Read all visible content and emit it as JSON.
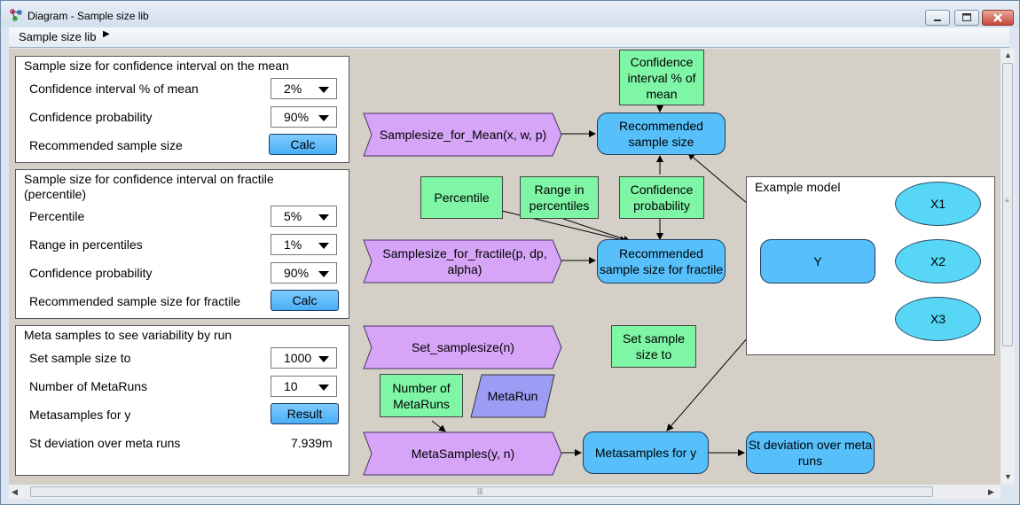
{
  "window": {
    "title": "Diagram - Sample size lib",
    "icon": "diagram-app-icon"
  },
  "menubar": {
    "item": "Sample size lib",
    "arrow": "▶"
  },
  "panel_mean": {
    "title": "Sample size for confidence interval on the mean",
    "rows": [
      {
        "label": "Confidence interval % of mean",
        "value": "2%"
      },
      {
        "label": "Confidence probability",
        "value": "90%"
      },
      {
        "label": "Recommended sample size",
        "button": "Calc"
      }
    ]
  },
  "panel_fractile": {
    "title_line1": "Sample size for confidence interval on fractile",
    "title_line2": "(percentile)",
    "rows": [
      {
        "label": "Percentile",
        "value": "5%"
      },
      {
        "label": "Range in percentiles",
        "value": "1%"
      },
      {
        "label": "Confidence probability",
        "value": "90%"
      },
      {
        "label": "Recommended sample size for fractile",
        "button": "Calc"
      }
    ]
  },
  "panel_meta": {
    "title": "Meta samples to see variability by run",
    "rows": [
      {
        "label": "Set sample size to",
        "value": "1000"
      },
      {
        "label": "Number of MetaRuns",
        "value": "10"
      },
      {
        "label": "Metasamples for y",
        "button": "Result"
      },
      {
        "label": "St deviation over meta runs",
        "value": "7.939m"
      }
    ]
  },
  "nodes": {
    "conf_interval_pct": "Confidence interval % of mean",
    "samplesize_for_mean": "Samplesize_for_Mean(x, w, p)",
    "recommended_sample_size": "Recommended sample size",
    "percentile": "Percentile",
    "range_in_percentiles": "Range in percentiles",
    "confidence_probability": "Confidence probability",
    "samplesize_for_fractile": "Samplesize_for_fractile(p, dp, alpha)",
    "recommended_fractile": "Recommended sample size for fractile",
    "set_samplesize": "Set_samplesize(n)",
    "set_sample_size_to": "Set sample size to",
    "number_of_metaruns": "Number of MetaRuns",
    "metarun": "MetaRun",
    "metasamples_fn": "MetaSamples(y, n)",
    "metasamples_for_y": "Metasamples for y",
    "st_deviation": "St deviation over meta runs"
  },
  "example_model": {
    "title": "Example model",
    "y": "Y",
    "x1": "X1",
    "x2": "X2",
    "x3": "X3"
  },
  "colors": {
    "variable": "#57c0fb",
    "constant": "#7ff6a6",
    "function": "#d6a5f7",
    "module": "#9c9cf5",
    "chance": "#57d6f5"
  }
}
